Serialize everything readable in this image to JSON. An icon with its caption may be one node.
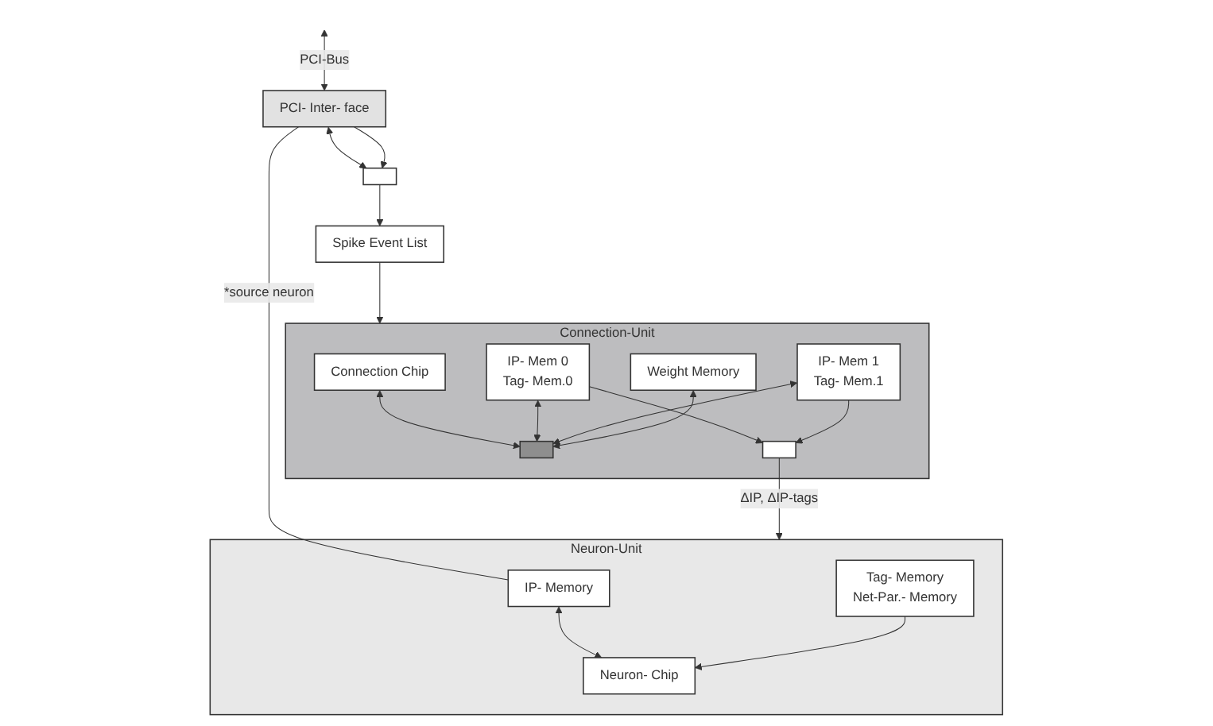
{
  "diagram": {
    "nodes": [
      {
        "text": [
          "Neuron-Unit"
        ]
      },
      {
        "text": [
          "IP- Memory"
        ],
        "in": 0
      },
      {
        "text": [
          "Neuron- Chip"
        ],
        "in": 0
      },
      {
        "text": [
          "Tag- Memory",
          "Net-Par.- Memory"
        ],
        "in": 0
      },
      {
        "text": [
          "Connection-Unit"
        ]
      },
      {
        "text": [
          "Connection Chip"
        ],
        "in": 4
      },
      {
        "text": [
          "IP- Mem 0",
          "Tag- Mem.0"
        ],
        "in": 4
      },
      {
        "text": [
          "IP- Mem 1",
          "Tag- Mem.1"
        ],
        "in": 4
      },
      {
        "text": [
          "Weight Memory"
        ],
        "in": 4
      },
      {
        "text": [],
        "shape": "bar",
        "in": 4
      },
      {
        "text": [],
        "shape": "bar",
        "in": 4
      },
      {
        "text": [
          "PCI- Inter- face"
        ]
      },
      {
        "text": [],
        "shape": "bar"
      },
      {
        "text": [
          "Spike Event List"
        ]
      }
    ],
    "edges": [
      {
        "from": null,
        "to": 11,
        "arrow": "both",
        "label": "PCI-Bus"
      },
      {
        "from": 11,
        "to": 12,
        "arrow": "both"
      },
      {
        "from": 11,
        "to": 12,
        "arrow": "to"
      },
      {
        "from": 11,
        "to": 1,
        "arrow": "none",
        "label": "*source neuron"
      },
      {
        "from": 12,
        "to": 13,
        "arrow": "to"
      },
      {
        "from": 13,
        "to": 4,
        "arrow": "to"
      },
      {
        "from": 1,
        "to": 2,
        "arrow": "both"
      },
      {
        "from": 3,
        "to": 2,
        "arrow": "to"
      },
      {
        "from": 6,
        "to": 10,
        "arrow": "to"
      },
      {
        "from": 7,
        "to": 10,
        "arrow": "to"
      },
      {
        "from": 10,
        "to": 0,
        "arrow": "to",
        "label": "ΔIP, ΔIP-tags"
      },
      {
        "from": 5,
        "to": 9,
        "arrow": "both"
      },
      {
        "from": 6,
        "to": 9,
        "arrow": "both"
      },
      {
        "from": 7,
        "to": 9,
        "arrow": "both"
      },
      {
        "from": 8,
        "to": 9,
        "arrow": "both"
      }
    ]
  }
}
